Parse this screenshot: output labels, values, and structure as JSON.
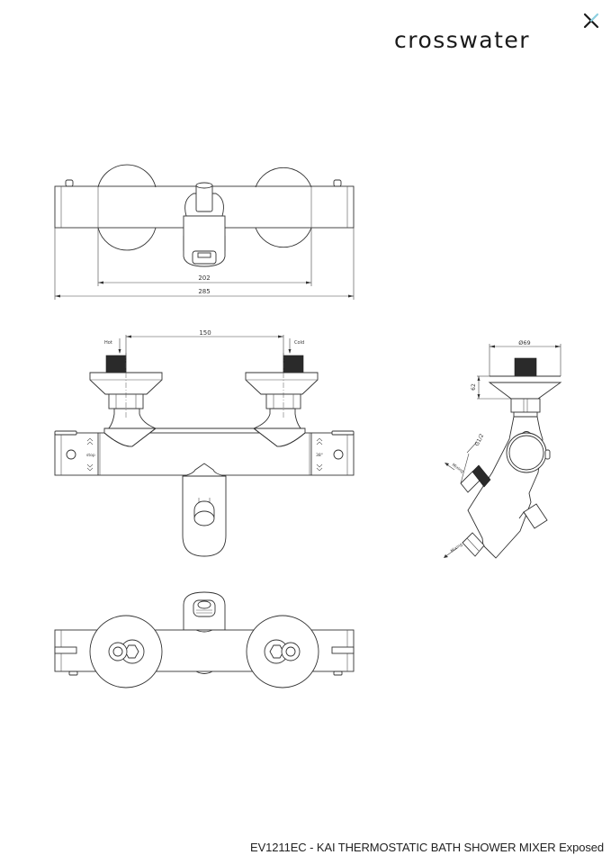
{
  "brand": {
    "name": "crosswater",
    "mark_icon": "cross-x-icon",
    "mark_color_dark": "#1a1a1a",
    "mark_color_accent": "#8ccfe0"
  },
  "views": {
    "top_view": {
      "dimensions": {
        "inner_width": "202",
        "overall_width": "285"
      }
    },
    "front_view": {
      "labels": {
        "hot": "Hot",
        "cold": "Cold"
      },
      "dimensions": {
        "inlet_centres": "150"
      },
      "dial_markings": {
        "left": "stop",
        "right": "38°"
      }
    },
    "side_view": {
      "dimensions": {
        "flange_diameter": "Ø69",
        "flange_height": "62",
        "thread": "G1/2"
      },
      "labels": {
        "mixing_upper": "Mixing",
        "mixing_lower": "Mixing"
      }
    },
    "bottom_view": {}
  },
  "caption": {
    "text": "EV1211EC - KAI THERMOSTATIC BATH SHOWER MIXER Exposed"
  }
}
